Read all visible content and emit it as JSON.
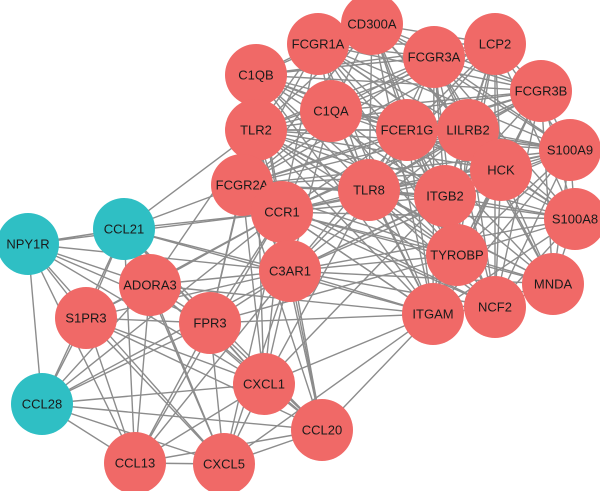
{
  "colors": {
    "hub_gene": "#f06967",
    "chemokine_receptor_group": "#2fbfc4",
    "edge": "#8c8c8c"
  },
  "nodes": [
    {
      "id": "CD300A",
      "label": "CD300A",
      "group": "red"
    },
    {
      "id": "FCGR1A",
      "label": "FCGR1A",
      "group": "red"
    },
    {
      "id": "LCP2",
      "label": "LCP2",
      "group": "red"
    },
    {
      "id": "FCGR3A",
      "label": "FCGR3A",
      "group": "red"
    },
    {
      "id": "C1QB",
      "label": "C1QB",
      "group": "red"
    },
    {
      "id": "FCGR3B",
      "label": "FCGR3B",
      "group": "red"
    },
    {
      "id": "C1QA",
      "label": "C1QA",
      "group": "red"
    },
    {
      "id": "TLR2",
      "label": "TLR2",
      "group": "red"
    },
    {
      "id": "FCER1G",
      "label": "FCER1G",
      "group": "red"
    },
    {
      "id": "LILRB2",
      "label": "LILRB2",
      "group": "red"
    },
    {
      "id": "S100A9",
      "label": "S100A9",
      "group": "red"
    },
    {
      "id": "HCK",
      "label": "HCK",
      "group": "red"
    },
    {
      "id": "FCGR2A",
      "label": "FCGR2A",
      "group": "red"
    },
    {
      "id": "TLR8",
      "label": "TLR8",
      "group": "red"
    },
    {
      "id": "ITGB2",
      "label": "ITGB2",
      "group": "red"
    },
    {
      "id": "CCR1",
      "label": "CCR1",
      "group": "red"
    },
    {
      "id": "S100A8",
      "label": "S100A8",
      "group": "red"
    },
    {
      "id": "TYROBP",
      "label": "TYROBP",
      "group": "red"
    },
    {
      "id": "NPY1R",
      "label": "NPY1R",
      "group": "teal"
    },
    {
      "id": "CCL21",
      "label": "CCL21",
      "group": "teal"
    },
    {
      "id": "C3AR1",
      "label": "C3AR1",
      "group": "red"
    },
    {
      "id": "MNDA",
      "label": "MNDA",
      "group": "red"
    },
    {
      "id": "ADORA3",
      "label": "ADORA3",
      "group": "red"
    },
    {
      "id": "NCF2",
      "label": "NCF2",
      "group": "red"
    },
    {
      "id": "ITGAM",
      "label": "ITGAM",
      "group": "red"
    },
    {
      "id": "S1PR3",
      "label": "S1PR3",
      "group": "red"
    },
    {
      "id": "FPR3",
      "label": "FPR3",
      "group": "red"
    },
    {
      "id": "CCL28",
      "label": "CCL28",
      "group": "teal"
    },
    {
      "id": "CXCL1",
      "label": "CXCL1",
      "group": "red"
    },
    {
      "id": "CCL20",
      "label": "CCL20",
      "group": "red"
    },
    {
      "id": "CCL13",
      "label": "CCL13",
      "group": "red"
    },
    {
      "id": "CXCL5",
      "label": "CXCL5",
      "group": "red"
    }
  ],
  "edges": [
    [
      "NPY1R",
      "CCL21"
    ],
    [
      "NPY1R",
      "ADORA3"
    ],
    [
      "NPY1R",
      "S1PR3"
    ],
    [
      "NPY1R",
      "FPR3"
    ],
    [
      "NPY1R",
      "CCL28"
    ],
    [
      "NPY1R",
      "CCL13"
    ],
    [
      "NPY1R",
      "CXCL5"
    ],
    [
      "NPY1R",
      "CXCL1"
    ],
    [
      "NPY1R",
      "CCR1"
    ],
    [
      "NPY1R",
      "C3AR1"
    ],
    [
      "CCL21",
      "ADORA3"
    ],
    [
      "CCL21",
      "S1PR3"
    ],
    [
      "CCL21",
      "FPR3"
    ],
    [
      "CCL21",
      "CCL28"
    ],
    [
      "CCL21",
      "CCR1"
    ],
    [
      "CCL21",
      "C3AR1"
    ],
    [
      "CCL21",
      "CXCL1"
    ],
    [
      "CCL21",
      "CCL20"
    ],
    [
      "CCL21",
      "CCL13"
    ],
    [
      "CCL21",
      "CXCL5"
    ],
    [
      "CCL21",
      "FCGR2A"
    ],
    [
      "CCL21",
      "TLR2"
    ],
    [
      "CCL21",
      "ITGAM"
    ],
    [
      "CCL28",
      "S1PR3"
    ],
    [
      "CCL28",
      "ADORA3"
    ],
    [
      "CCL28",
      "FPR3"
    ],
    [
      "CCL28",
      "CCL13"
    ],
    [
      "CCL28",
      "CXCL5"
    ],
    [
      "CCL28",
      "CXCL1"
    ],
    [
      "CCL28",
      "CCL20"
    ],
    [
      "CCL28",
      "CCR1"
    ],
    [
      "CCL28",
      "C3AR1"
    ],
    [
      "ADORA3",
      "S1PR3"
    ],
    [
      "ADORA3",
      "FPR3"
    ],
    [
      "ADORA3",
      "C3AR1"
    ],
    [
      "ADORA3",
      "CCR1"
    ],
    [
      "ADORA3",
      "CXCL1"
    ],
    [
      "ADORA3",
      "CCL20"
    ],
    [
      "ADORA3",
      "CCL13"
    ],
    [
      "ADORA3",
      "CXCL5"
    ],
    [
      "ADORA3",
      "ITGAM"
    ],
    [
      "ADORA3",
      "TLR2"
    ],
    [
      "S1PR3",
      "FPR3"
    ],
    [
      "S1PR3",
      "CCL13"
    ],
    [
      "S1PR3",
      "CXCL5"
    ],
    [
      "S1PR3",
      "CXCL1"
    ],
    [
      "S1PR3",
      "CCL20"
    ],
    [
      "S1PR3",
      "C3AR1"
    ],
    [
      "S1PR3",
      "CCR1"
    ],
    [
      "FPR3",
      "C3AR1"
    ],
    [
      "FPR3",
      "CCR1"
    ],
    [
      "FPR3",
      "CXCL1"
    ],
    [
      "FPR3",
      "CCL20"
    ],
    [
      "FPR3",
      "CCL13"
    ],
    [
      "FPR3",
      "CXCL5"
    ],
    [
      "FPR3",
      "ITGAM"
    ],
    [
      "FPR3",
      "FCGR2A"
    ],
    [
      "FPR3",
      "TLR2"
    ],
    [
      "FPR3",
      "TYROBP"
    ],
    [
      "CXCL1",
      "CCL20"
    ],
    [
      "CXCL1",
      "CCL13"
    ],
    [
      "CXCL1",
      "CXCL5"
    ],
    [
      "CXCL1",
      "C3AR1"
    ],
    [
      "CXCL1",
      "CCR1"
    ],
    [
      "CXCL1",
      "ITGAM"
    ],
    [
      "CXCL1",
      "TLR2"
    ],
    [
      "CXCL1",
      "TLR8"
    ],
    [
      "CXCL1",
      "ITGB2"
    ],
    [
      "CXCL1",
      "FCGR2A"
    ],
    [
      "CCL20",
      "CCL13"
    ],
    [
      "CCL20",
      "CXCL5"
    ],
    [
      "CCL20",
      "C3AR1"
    ],
    [
      "CCL20",
      "CCR1"
    ],
    [
      "CCL20",
      "ITGAM"
    ],
    [
      "CCL20",
      "TLR2"
    ],
    [
      "CCL20",
      "FCGR2A"
    ],
    [
      "CCL13",
      "CXCL5"
    ],
    [
      "CCL13",
      "C3AR1"
    ],
    [
      "CCL13",
      "CCR1"
    ],
    [
      "CXCL5",
      "C3AR1"
    ],
    [
      "CXCL5",
      "CCR1"
    ],
    [
      "CXCL5",
      "ITGAM"
    ],
    [
      "C3AR1",
      "CCR1"
    ],
    [
      "C3AR1",
      "FCGR2A"
    ],
    [
      "C3AR1",
      "TLR2"
    ],
    [
      "C3AR1",
      "TLR8"
    ],
    [
      "C3AR1",
      "ITGB2"
    ],
    [
      "C3AR1",
      "TYROBP"
    ],
    [
      "C3AR1",
      "ITGAM"
    ],
    [
      "C3AR1",
      "FCER1G"
    ],
    [
      "C3AR1",
      "C1QA"
    ],
    [
      "C3AR1",
      "C1QB"
    ],
    [
      "C3AR1",
      "HCK"
    ],
    [
      "C3AR1",
      "NCF2"
    ],
    [
      "C3AR1",
      "MNDA"
    ],
    [
      "C3AR1",
      "S100A8"
    ],
    [
      "C3AR1",
      "S100A9"
    ],
    [
      "C3AR1",
      "LILRB2"
    ],
    [
      "CCR1",
      "FCGR2A"
    ],
    [
      "CCR1",
      "TLR2"
    ],
    [
      "CCR1",
      "TLR8"
    ],
    [
      "CCR1",
      "ITGB2"
    ],
    [
      "CCR1",
      "TYROBP"
    ],
    [
      "CCR1",
      "ITGAM"
    ],
    [
      "CCR1",
      "FCER1G"
    ],
    [
      "CCR1",
      "C1QA"
    ],
    [
      "CCR1",
      "C1QB"
    ],
    [
      "CCR1",
      "HCK"
    ],
    [
      "CCR1",
      "LILRB2"
    ],
    [
      "CCR1",
      "NCF2"
    ],
    [
      "CCR1",
      "MNDA"
    ],
    [
      "CCR1",
      "S100A8"
    ],
    [
      "CCR1",
      "S100A9"
    ],
    [
      "CCR1",
      "FCGR3B"
    ],
    [
      "CCR1",
      "FCGR1A"
    ],
    [
      "FCGR2A",
      "TLR2"
    ],
    [
      "FCGR2A",
      "C1QA"
    ],
    [
      "FCGR2A",
      "C1QB"
    ],
    [
      "FCGR2A",
      "FCER1G"
    ],
    [
      "FCGR2A",
      "TLR8"
    ],
    [
      "FCGR2A",
      "ITGB2"
    ],
    [
      "FCGR2A",
      "TYROBP"
    ],
    [
      "FCGR2A",
      "ITGAM"
    ],
    [
      "FCGR2A",
      "FCGR1A"
    ],
    [
      "FCGR2A",
      "FCGR3A"
    ],
    [
      "FCGR2A",
      "CD300A"
    ],
    [
      "FCGR2A",
      "LCP2"
    ],
    [
      "FCGR2A",
      "LILRB2"
    ],
    [
      "FCGR2A",
      "HCK"
    ],
    [
      "FCGR2A",
      "FCGR3B"
    ],
    [
      "FCGR2A",
      "S100A9"
    ],
    [
      "FCGR2A",
      "NCF2"
    ],
    [
      "TLR2",
      "C1QA"
    ],
    [
      "TLR2",
      "C1QB"
    ],
    [
      "TLR2",
      "FCER1G"
    ],
    [
      "TLR2",
      "TLR8"
    ],
    [
      "TLR2",
      "ITGB2"
    ],
    [
      "TLR2",
      "TYROBP"
    ],
    [
      "TLR2",
      "ITGAM"
    ],
    [
      "TLR2",
      "FCGR1A"
    ],
    [
      "TLR2",
      "FCGR3A"
    ],
    [
      "TLR2",
      "CD300A"
    ],
    [
      "TLR2",
      "LCP2"
    ],
    [
      "TLR2",
      "LILRB2"
    ],
    [
      "TLR2",
      "HCK"
    ],
    [
      "TLR2",
      "S100A8"
    ],
    [
      "TLR2",
      "S100A9"
    ],
    [
      "TLR2",
      "MNDA"
    ],
    [
      "TLR2",
      "NCF2"
    ],
    [
      "TLR2",
      "FCGR3B"
    ],
    [
      "C1QB",
      "C1QA"
    ],
    [
      "C1QB",
      "FCGR1A"
    ],
    [
      "C1QB",
      "CD300A"
    ],
    [
      "C1QB",
      "FCGR3A"
    ],
    [
      "C1QB",
      "LCP2"
    ],
    [
      "C1QB",
      "FCER1G"
    ],
    [
      "C1QB",
      "LILRB2"
    ],
    [
      "C1QB",
      "TLR8"
    ],
    [
      "C1QB",
      "ITGB2"
    ],
    [
      "C1QB",
      "TYROBP"
    ],
    [
      "C1QB",
      "HCK"
    ],
    [
      "C1QB",
      "FCGR3B"
    ],
    [
      "C1QB",
      "ITGAM"
    ],
    [
      "C1QA",
      "FCGR1A"
    ],
    [
      "C1QA",
      "CD300A"
    ],
    [
      "C1QA",
      "FCGR3A"
    ],
    [
      "C1QA",
      "LCP2"
    ],
    [
      "C1QA",
      "FCER1G"
    ],
    [
      "C1QA",
      "LILRB2"
    ],
    [
      "C1QA",
      "TLR8"
    ],
    [
      "C1QA",
      "ITGB2"
    ],
    [
      "C1QA",
      "TYROBP"
    ],
    [
      "C1QA",
      "HCK"
    ],
    [
      "C1QA",
      "FCGR3B"
    ],
    [
      "C1QA",
      "ITGAM"
    ],
    [
      "C1QA",
      "S100A9"
    ],
    [
      "FCGR1A",
      "CD300A"
    ],
    [
      "FCGR1A",
      "FCGR3A"
    ],
    [
      "FCGR1A",
      "LCP2"
    ],
    [
      "FCGR1A",
      "FCER1G"
    ],
    [
      "FCGR1A",
      "LILRB2"
    ],
    [
      "FCGR1A",
      "TLR8"
    ],
    [
      "FCGR1A",
      "ITGB2"
    ],
    [
      "FCGR1A",
      "TYROBP"
    ],
    [
      "FCGR1A",
      "HCK"
    ],
    [
      "FCGR1A",
      "FCGR3B"
    ],
    [
      "FCGR1A",
      "ITGAM"
    ],
    [
      "FCGR1A",
      "S100A9"
    ],
    [
      "FCGR1A",
      "S100A8"
    ],
    [
      "CD300A",
      "FCGR3A"
    ],
    [
      "CD300A",
      "LCP2"
    ],
    [
      "CD300A",
      "FCER1G"
    ],
    [
      "CD300A",
      "LILRB2"
    ],
    [
      "CD300A",
      "TLR8"
    ],
    [
      "CD300A",
      "ITGB2"
    ],
    [
      "CD300A",
      "TYROBP"
    ],
    [
      "CD300A",
      "HCK"
    ],
    [
      "CD300A",
      "FCGR3B"
    ],
    [
      "CD300A",
      "ITGAM"
    ],
    [
      "CD300A",
      "S100A9"
    ],
    [
      "FCGR3A",
      "LCP2"
    ],
    [
      "FCGR3A",
      "FCER1G"
    ],
    [
      "FCGR3A",
      "LILRB2"
    ],
    [
      "FCGR3A",
      "TLR8"
    ],
    [
      "FCGR3A",
      "ITGB2"
    ],
    [
      "FCGR3A",
      "TYROBP"
    ],
    [
      "FCGR3A",
      "HCK"
    ],
    [
      "FCGR3A",
      "FCGR3B"
    ],
    [
      "FCGR3A",
      "ITGAM"
    ],
    [
      "FCGR3A",
      "S100A9"
    ],
    [
      "FCGR3A",
      "S100A8"
    ],
    [
      "FCGR3A",
      "MNDA"
    ],
    [
      "FCGR3A",
      "NCF2"
    ],
    [
      "LCP2",
      "FCER1G"
    ],
    [
      "LCP2",
      "LILRB2"
    ],
    [
      "LCP2",
      "TLR8"
    ],
    [
      "LCP2",
      "ITGB2"
    ],
    [
      "LCP2",
      "TYROBP"
    ],
    [
      "LCP2",
      "HCK"
    ],
    [
      "LCP2",
      "FCGR3B"
    ],
    [
      "LCP2",
      "ITGAM"
    ],
    [
      "LCP2",
      "S100A9"
    ],
    [
      "LCP2",
      "S100A8"
    ],
    [
      "LCP2",
      "NCF2"
    ],
    [
      "FCGR3B",
      "FCER1G"
    ],
    [
      "FCGR3B",
      "LILRB2"
    ],
    [
      "FCGR3B",
      "TLR8"
    ],
    [
      "FCGR3B",
      "ITGB2"
    ],
    [
      "FCGR3B",
      "TYROBP"
    ],
    [
      "FCGR3B",
      "HCK"
    ],
    [
      "FCGR3B",
      "ITGAM"
    ],
    [
      "FCGR3B",
      "S100A9"
    ],
    [
      "FCGR3B",
      "S100A8"
    ],
    [
      "FCGR3B",
      "MNDA"
    ],
    [
      "FCGR3B",
      "NCF2"
    ],
    [
      "FCER1G",
      "LILRB2"
    ],
    [
      "FCER1G",
      "TLR8"
    ],
    [
      "FCER1G",
      "ITGB2"
    ],
    [
      "FCER1G",
      "TYROBP"
    ],
    [
      "FCER1G",
      "HCK"
    ],
    [
      "FCER1G",
      "ITGAM"
    ],
    [
      "FCER1G",
      "S100A9"
    ],
    [
      "FCER1G",
      "S100A8"
    ],
    [
      "FCER1G",
      "MNDA"
    ],
    [
      "FCER1G",
      "NCF2"
    ],
    [
      "LILRB2",
      "TLR8"
    ],
    [
      "LILRB2",
      "ITGB2"
    ],
    [
      "LILRB2",
      "TYROBP"
    ],
    [
      "LILRB2",
      "HCK"
    ],
    [
      "LILRB2",
      "ITGAM"
    ],
    [
      "LILRB2",
      "S100A9"
    ],
    [
      "LILRB2",
      "S100A8"
    ],
    [
      "LILRB2",
      "MNDA"
    ],
    [
      "LILRB2",
      "NCF2"
    ],
    [
      "TLR8",
      "ITGB2"
    ],
    [
      "TLR8",
      "TYROBP"
    ],
    [
      "TLR8",
      "HCK"
    ],
    [
      "TLR8",
      "ITGAM"
    ],
    [
      "TLR8",
      "S100A9"
    ],
    [
      "TLR8",
      "S100A8"
    ],
    [
      "TLR8",
      "MNDA"
    ],
    [
      "TLR8",
      "NCF2"
    ],
    [
      "ITGB2",
      "TYROBP"
    ],
    [
      "ITGB2",
      "HCK"
    ],
    [
      "ITGB2",
      "ITGAM"
    ],
    [
      "ITGB2",
      "S100A9"
    ],
    [
      "ITGB2",
      "S100A8"
    ],
    [
      "ITGB2",
      "MNDA"
    ],
    [
      "ITGB2",
      "NCF2"
    ],
    [
      "HCK",
      "TYROBP"
    ],
    [
      "HCK",
      "S100A9"
    ],
    [
      "HCK",
      "S100A8"
    ],
    [
      "HCK",
      "MNDA"
    ],
    [
      "HCK",
      "NCF2"
    ],
    [
      "HCK",
      "ITGAM"
    ],
    [
      "S100A9",
      "S100A8"
    ],
    [
      "S100A9",
      "MNDA"
    ],
    [
      "S100A9",
      "NCF2"
    ],
    [
      "S100A9",
      "TYROBP"
    ],
    [
      "S100A9",
      "ITGAM"
    ],
    [
      "S100A8",
      "MNDA"
    ],
    [
      "S100A8",
      "NCF2"
    ],
    [
      "S100A8",
      "TYROBP"
    ],
    [
      "S100A8",
      "ITGAM"
    ],
    [
      "TYROBP",
      "ITGAM"
    ],
    [
      "TYROBP",
      "NCF2"
    ],
    [
      "TYROBP",
      "MNDA"
    ],
    [
      "MNDA",
      "NCF2"
    ],
    [
      "MNDA",
      "ITGAM"
    ],
    [
      "NCF2",
      "ITGAM"
    ]
  ]
}
